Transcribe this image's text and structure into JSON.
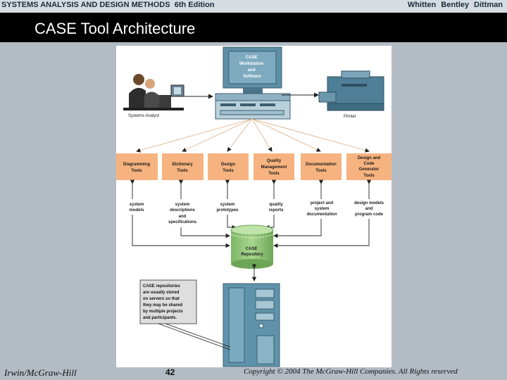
{
  "header": {
    "course": "SYSTEMS ANALYSIS AND DESIGN METHODS",
    "edition": "6th Edition",
    "authors": "Whitten Bentley Dittman"
  },
  "slide": {
    "title": "CASE Tool Architecture"
  },
  "diagram": {
    "workstation": [
      "CASE",
      "Workstation",
      "and",
      "Software"
    ],
    "analyst_label": "Systems Analyst",
    "printer_label": "Printer",
    "tools": [
      [
        "Diagramming",
        "Tools"
      ],
      [
        "Dictionary",
        "Tools"
      ],
      [
        "Design",
        "Tools"
      ],
      [
        "Quality",
        "Management",
        "Tools"
      ],
      [
        "Documentation",
        "Tools"
      ],
      [
        "Design and",
        "Code",
        "Generator",
        "Tools"
      ]
    ],
    "outputs": [
      [
        "system",
        "models"
      ],
      [
        "system",
        "descriptions",
        "and",
        "specifications"
      ],
      [
        "system",
        "prototypes"
      ],
      [
        "quality",
        "reports"
      ],
      [
        "project and",
        "system",
        "documentation"
      ],
      [
        "design models",
        "and",
        "program code"
      ]
    ],
    "repository": [
      "CASE",
      "Repository"
    ],
    "note": [
      "CASE repositories",
      "are usually stored",
      "on servers so that",
      "they may be shared",
      "by multiple projects",
      "and participants."
    ]
  },
  "footer": {
    "publisher": "Irwin/McGraw-Hill",
    "page": "42",
    "copyright": "Copyright © 2004 The McGraw-Hill Companies. All Rights reserved"
  }
}
